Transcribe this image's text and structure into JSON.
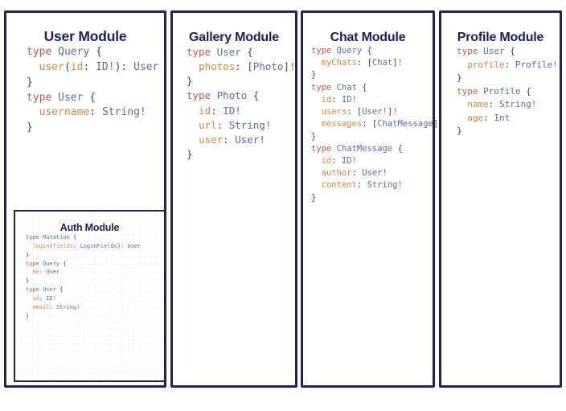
{
  "diagram": {
    "background_color": "#ffffff",
    "border_color": "#232454",
    "title_color": "#1f2154",
    "syntax_colors": {
      "keyword": "#bb5a4e",
      "type_name": "#5b6ea6",
      "field_name": "#d4864a",
      "punctuation": "#4a4a4a"
    },
    "panels": [
      {
        "id": "user",
        "title": "User Module",
        "blocks": [
          {
            "id": "user-code-1",
            "lines": [
              [
                {
                  "t": "type ",
                  "c": "kw"
                },
                {
                  "t": "Query",
                  "c": "ty"
                },
                {
                  "t": " {",
                  "c": "pn"
                }
              ],
              [
                {
                  "t": "  ",
                  "c": "pn"
                },
                {
                  "t": "user",
                  "c": "fld"
                },
                {
                  "t": "(",
                  "c": "pn"
                },
                {
                  "t": "id",
                  "c": "fld"
                },
                {
                  "t": ": ",
                  "c": "pn"
                },
                {
                  "t": "ID",
                  "c": "ty"
                },
                {
                  "t": "!",
                  "c": "bang"
                },
                {
                  "t": "): ",
                  "c": "pn"
                },
                {
                  "t": "User",
                  "c": "ty"
                }
              ],
              [
                {
                  "t": "}",
                  "c": "pn"
                }
              ]
            ]
          },
          {
            "id": "user-code-2",
            "lines": [
              [
                {
                  "t": "type ",
                  "c": "kw"
                },
                {
                  "t": "User",
                  "c": "ty"
                },
                {
                  "t": " {",
                  "c": "pn"
                }
              ],
              [
                {
                  "t": "  ",
                  "c": "pn"
                },
                {
                  "t": "username",
                  "c": "fld"
                },
                {
                  "t": ": ",
                  "c": "pn"
                },
                {
                  "t": "String",
                  "c": "ty"
                },
                {
                  "t": "!",
                  "c": "bang"
                }
              ],
              [
                {
                  "t": "}",
                  "c": "pn"
                }
              ]
            ]
          }
        ]
      },
      {
        "id": "auth",
        "title": "Auth Module",
        "blocks": [
          {
            "id": "auth-code-1",
            "lines": [
              [
                {
                  "t": "type ",
                  "c": "kw"
                },
                {
                  "t": "Mutation",
                  "c": "ty"
                },
                {
                  "t": " {",
                  "c": "pn"
                }
              ],
              [
                {
                  "t": "  ",
                  "c": "pn"
                },
                {
                  "t": "login",
                  "c": "fld"
                },
                {
                  "t": "(",
                  "c": "pn"
                },
                {
                  "t": "fields",
                  "c": "fld"
                },
                {
                  "t": ": ",
                  "c": "pn"
                },
                {
                  "t": "LoginFields",
                  "c": "ty"
                },
                {
                  "t": "): ",
                  "c": "pn"
                },
                {
                  "t": "User",
                  "c": "ty"
                }
              ],
              [
                {
                  "t": "}",
                  "c": "pn"
                }
              ]
            ]
          },
          {
            "id": "auth-code-2",
            "lines": [
              [
                {
                  "t": "type ",
                  "c": "kw"
                },
                {
                  "t": "Query",
                  "c": "ty"
                },
                {
                  "t": " {",
                  "c": "pn"
                }
              ],
              [
                {
                  "t": "  ",
                  "c": "pn"
                },
                {
                  "t": "me",
                  "c": "fld"
                },
                {
                  "t": ": ",
                  "c": "pn"
                },
                {
                  "t": "User",
                  "c": "ty"
                }
              ],
              [
                {
                  "t": "}",
                  "c": "pn"
                }
              ]
            ]
          },
          {
            "id": "auth-code-3",
            "lines": [
              [
                {
                  "t": "type ",
                  "c": "kw"
                },
                {
                  "t": "User",
                  "c": "ty"
                },
                {
                  "t": " {",
                  "c": "pn"
                }
              ],
              [
                {
                  "t": "  ",
                  "c": "pn"
                },
                {
                  "t": "id",
                  "c": "fld"
                },
                {
                  "t": ": ",
                  "c": "pn"
                },
                {
                  "t": "ID",
                  "c": "ty"
                },
                {
                  "t": "!",
                  "c": "bang"
                }
              ],
              [
                {
                  "t": "  ",
                  "c": "pn"
                },
                {
                  "t": "email",
                  "c": "fld"
                },
                {
                  "t": ": ",
                  "c": "pn"
                },
                {
                  "t": "String",
                  "c": "ty"
                },
                {
                  "t": "!",
                  "c": "bang"
                }
              ],
              [
                {
                  "t": "}",
                  "c": "pn"
                }
              ]
            ]
          }
        ]
      },
      {
        "id": "gallery",
        "title": "Gallery Module",
        "blocks": [
          {
            "id": "gallery-code-1",
            "lines": [
              [
                {
                  "t": "type ",
                  "c": "kw"
                },
                {
                  "t": "User",
                  "c": "ty"
                },
                {
                  "t": " {",
                  "c": "pn"
                }
              ],
              [
                {
                  "t": "  ",
                  "c": "pn"
                },
                {
                  "t": "photos",
                  "c": "fld"
                },
                {
                  "t": ": [",
                  "c": "pn"
                },
                {
                  "t": "Photo",
                  "c": "ty"
                },
                {
                  "t": "]",
                  "c": "pn"
                },
                {
                  "t": "!",
                  "c": "bang"
                }
              ],
              [
                {
                  "t": "}",
                  "c": "pn"
                }
              ]
            ]
          },
          {
            "id": "gallery-code-2",
            "lines": [
              [
                {
                  "t": "type ",
                  "c": "kw"
                },
                {
                  "t": "Photo",
                  "c": "ty"
                },
                {
                  "t": " {",
                  "c": "pn"
                }
              ],
              [
                {
                  "t": "  ",
                  "c": "pn"
                },
                {
                  "t": "id",
                  "c": "fld"
                },
                {
                  "t": ": ",
                  "c": "pn"
                },
                {
                  "t": "ID",
                  "c": "ty"
                },
                {
                  "t": "!",
                  "c": "bang"
                }
              ],
              [
                {
                  "t": "  ",
                  "c": "pn"
                },
                {
                  "t": "url",
                  "c": "fld"
                },
                {
                  "t": ": ",
                  "c": "pn"
                },
                {
                  "t": "String",
                  "c": "ty"
                },
                {
                  "t": "!",
                  "c": "bang"
                }
              ],
              [
                {
                  "t": "  ",
                  "c": "pn"
                },
                {
                  "t": "user",
                  "c": "fld"
                },
                {
                  "t": ": ",
                  "c": "pn"
                },
                {
                  "t": "User",
                  "c": "ty"
                },
                {
                  "t": "!",
                  "c": "bang"
                }
              ],
              [
                {
                  "t": "}",
                  "c": "pn"
                }
              ]
            ]
          }
        ]
      },
      {
        "id": "chat",
        "title": "Chat Module",
        "blocks": [
          {
            "id": "chat-code-1",
            "lines": [
              [
                {
                  "t": "type ",
                  "c": "kw"
                },
                {
                  "t": "Query",
                  "c": "ty"
                },
                {
                  "t": " {",
                  "c": "pn"
                }
              ],
              [
                {
                  "t": "  ",
                  "c": "pn"
                },
                {
                  "t": "myChats",
                  "c": "fld"
                },
                {
                  "t": ": [",
                  "c": "pn"
                },
                {
                  "t": "Chat",
                  "c": "ty"
                },
                {
                  "t": "]",
                  "c": "pn"
                },
                {
                  "t": "!",
                  "c": "bang"
                }
              ],
              [
                {
                  "t": "}",
                  "c": "pn"
                }
              ]
            ]
          },
          {
            "id": "chat-code-2",
            "lines": [
              [
                {
                  "t": "type ",
                  "c": "kw"
                },
                {
                  "t": "Chat",
                  "c": "ty"
                },
                {
                  "t": " {",
                  "c": "pn"
                }
              ],
              [
                {
                  "t": "  ",
                  "c": "pn"
                },
                {
                  "t": "id",
                  "c": "fld"
                },
                {
                  "t": ": ",
                  "c": "pn"
                },
                {
                  "t": "ID",
                  "c": "ty"
                },
                {
                  "t": "!",
                  "c": "bang"
                }
              ],
              [
                {
                  "t": "  ",
                  "c": "pn"
                },
                {
                  "t": "users",
                  "c": "fld"
                },
                {
                  "t": ": [",
                  "c": "pn"
                },
                {
                  "t": "User",
                  "c": "ty"
                },
                {
                  "t": "!",
                  "c": "bang"
                },
                {
                  "t": "]",
                  "c": "pn"
                },
                {
                  "t": "!",
                  "c": "bang"
                }
              ],
              [
                {
                  "t": "  ",
                  "c": "pn"
                },
                {
                  "t": "messages",
                  "c": "fld"
                },
                {
                  "t": ": [",
                  "c": "pn"
                },
                {
                  "t": "ChatMessage",
                  "c": "ty"
                },
                {
                  "t": "]",
                  "c": "pn"
                },
                {
                  "t": "!",
                  "c": "bang"
                }
              ],
              [
                {
                  "t": "}",
                  "c": "pn"
                }
              ]
            ]
          },
          {
            "id": "chat-code-3",
            "lines": [
              [
                {
                  "t": "type ",
                  "c": "kw"
                },
                {
                  "t": "ChatMessage",
                  "c": "ty"
                },
                {
                  "t": " {",
                  "c": "pn"
                }
              ],
              [
                {
                  "t": "  ",
                  "c": "pn"
                },
                {
                  "t": "id",
                  "c": "fld"
                },
                {
                  "t": ": ",
                  "c": "pn"
                },
                {
                  "t": "ID",
                  "c": "ty"
                },
                {
                  "t": "!",
                  "c": "bang"
                }
              ],
              [
                {
                  "t": "  ",
                  "c": "pn"
                },
                {
                  "t": "author",
                  "c": "fld"
                },
                {
                  "t": ": ",
                  "c": "pn"
                },
                {
                  "t": "User",
                  "c": "ty"
                },
                {
                  "t": "!",
                  "c": "bang"
                }
              ],
              [
                {
                  "t": "  ",
                  "c": "pn"
                },
                {
                  "t": "content",
                  "c": "fld"
                },
                {
                  "t": ": ",
                  "c": "pn"
                },
                {
                  "t": "String",
                  "c": "ty"
                },
                {
                  "t": "!",
                  "c": "bang"
                }
              ],
              [
                {
                  "t": "}",
                  "c": "pn"
                }
              ]
            ]
          }
        ]
      },
      {
        "id": "profile",
        "title": "Profile Module",
        "blocks": [
          {
            "id": "profile-code-1",
            "lines": [
              [
                {
                  "t": "type ",
                  "c": "kw"
                },
                {
                  "t": "User",
                  "c": "ty"
                },
                {
                  "t": " {",
                  "c": "pn"
                }
              ],
              [
                {
                  "t": "  ",
                  "c": "pn"
                },
                {
                  "t": "profile",
                  "c": "fld"
                },
                {
                  "t": ": ",
                  "c": "pn"
                },
                {
                  "t": "Profile",
                  "c": "ty"
                },
                {
                  "t": "!",
                  "c": "bang"
                }
              ],
              [
                {
                  "t": "}",
                  "c": "pn"
                }
              ]
            ]
          },
          {
            "id": "profile-code-2",
            "lines": [
              [
                {
                  "t": "type ",
                  "c": "kw"
                },
                {
                  "t": "Profile",
                  "c": "ty"
                },
                {
                  "t": " {",
                  "c": "pn"
                }
              ],
              [
                {
                  "t": "  ",
                  "c": "pn"
                },
                {
                  "t": "name",
                  "c": "fld"
                },
                {
                  "t": ": ",
                  "c": "pn"
                },
                {
                  "t": "String",
                  "c": "ty"
                },
                {
                  "t": "!",
                  "c": "bang"
                }
              ],
              [
                {
                  "t": "  ",
                  "c": "pn"
                },
                {
                  "t": "age",
                  "c": "fld"
                },
                {
                  "t": ": ",
                  "c": "pn"
                },
                {
                  "t": "Int",
                  "c": "ty"
                }
              ],
              [
                {
                  "t": "}",
                  "c": "pn"
                }
              ]
            ]
          }
        ]
      }
    ]
  }
}
